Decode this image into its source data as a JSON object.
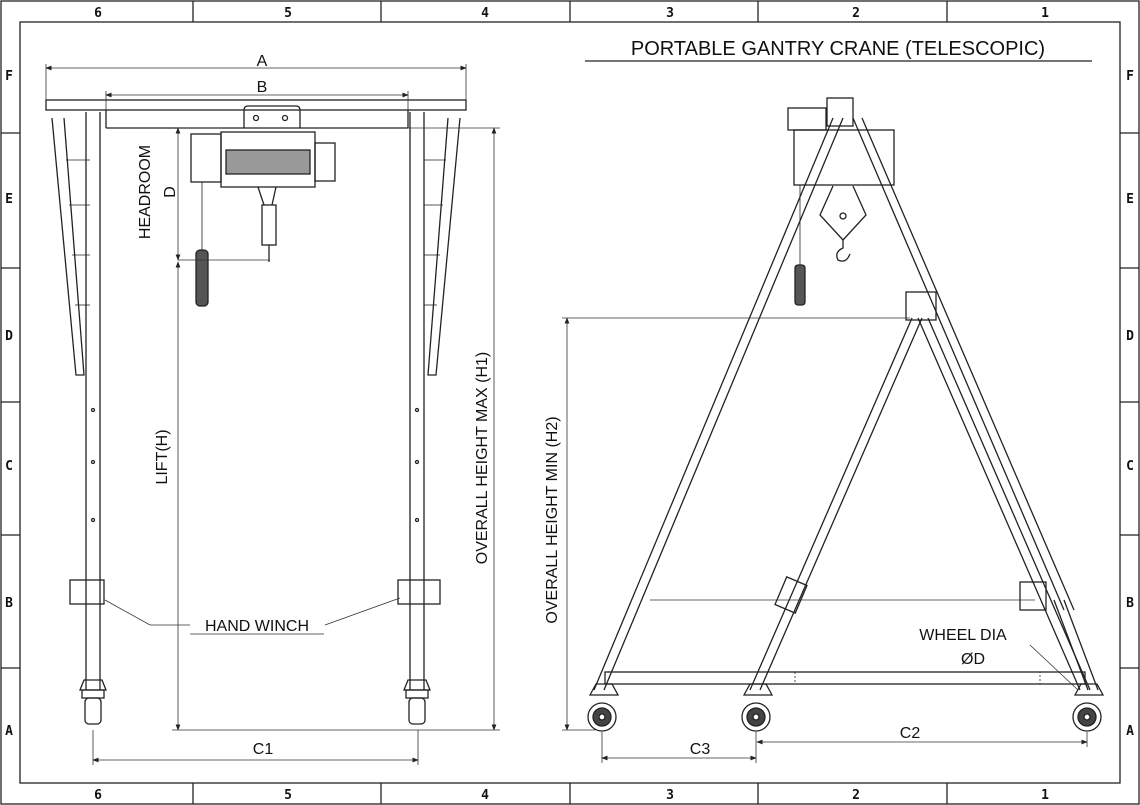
{
  "title": "PORTABLE GANTRY CRANE (TELESCOPIC)",
  "zones": {
    "columns": [
      "6",
      "5",
      "4",
      "3",
      "2",
      "1"
    ],
    "rows": [
      "F",
      "E",
      "D",
      "C",
      "B",
      "A"
    ]
  },
  "front_view": {
    "dim_a": "A",
    "dim_b": "B",
    "headroom": "HEADROOM",
    "headroom_symbol": "D",
    "lift": "LIFT(H)",
    "overall_height_max": "OVERALL HEIGHT MAX (H1)",
    "hand_winch": "HAND WINCH",
    "dim_c1": "C1"
  },
  "side_view": {
    "overall_height_min": "OVERALL HEIGHT MIN (H2)",
    "wheel_dia": "WHEEL DIA",
    "wheel_dia_symbol": "ØD",
    "dim_c2": "C2",
    "dim_c3": "C3"
  }
}
